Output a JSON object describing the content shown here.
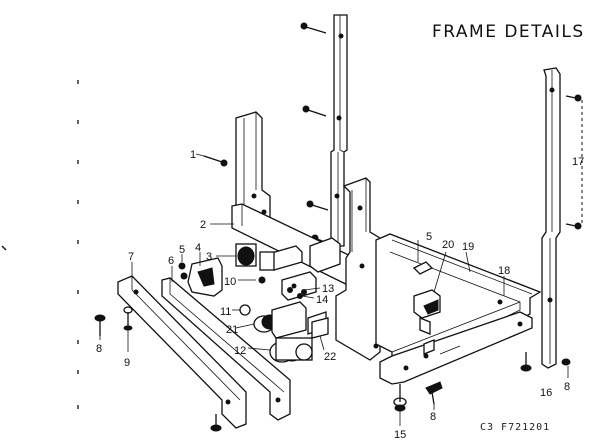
{
  "title": "FRAME DETAILS",
  "diagram_code": "C3   F721201",
  "parts": [
    {
      "id": "p1",
      "label": "1"
    },
    {
      "id": "p2",
      "label": "2"
    },
    {
      "id": "p3",
      "label": "3"
    },
    {
      "id": "p4",
      "label": "4"
    },
    {
      "id": "p5a",
      "label": "5"
    },
    {
      "id": "p5b",
      "label": "5"
    },
    {
      "id": "p6",
      "label": "6"
    },
    {
      "id": "p7",
      "label": "7"
    },
    {
      "id": "p8a",
      "label": "8"
    },
    {
      "id": "p8b",
      "label": "8"
    },
    {
      "id": "p8c",
      "label": "8"
    },
    {
      "id": "p9",
      "label": "9"
    },
    {
      "id": "p10",
      "label": "10"
    },
    {
      "id": "p11",
      "label": "11"
    },
    {
      "id": "p12",
      "label": "12"
    },
    {
      "id": "p13",
      "label": "13"
    },
    {
      "id": "p14",
      "label": "14"
    },
    {
      "id": "p15",
      "label": "15"
    },
    {
      "id": "p16",
      "label": "16"
    },
    {
      "id": "p17",
      "label": "17"
    },
    {
      "id": "p18",
      "label": "18"
    },
    {
      "id": "p19",
      "label": "19"
    },
    {
      "id": "p20",
      "label": "20"
    },
    {
      "id": "p21",
      "label": "21"
    },
    {
      "id": "p22",
      "label": "22"
    }
  ]
}
